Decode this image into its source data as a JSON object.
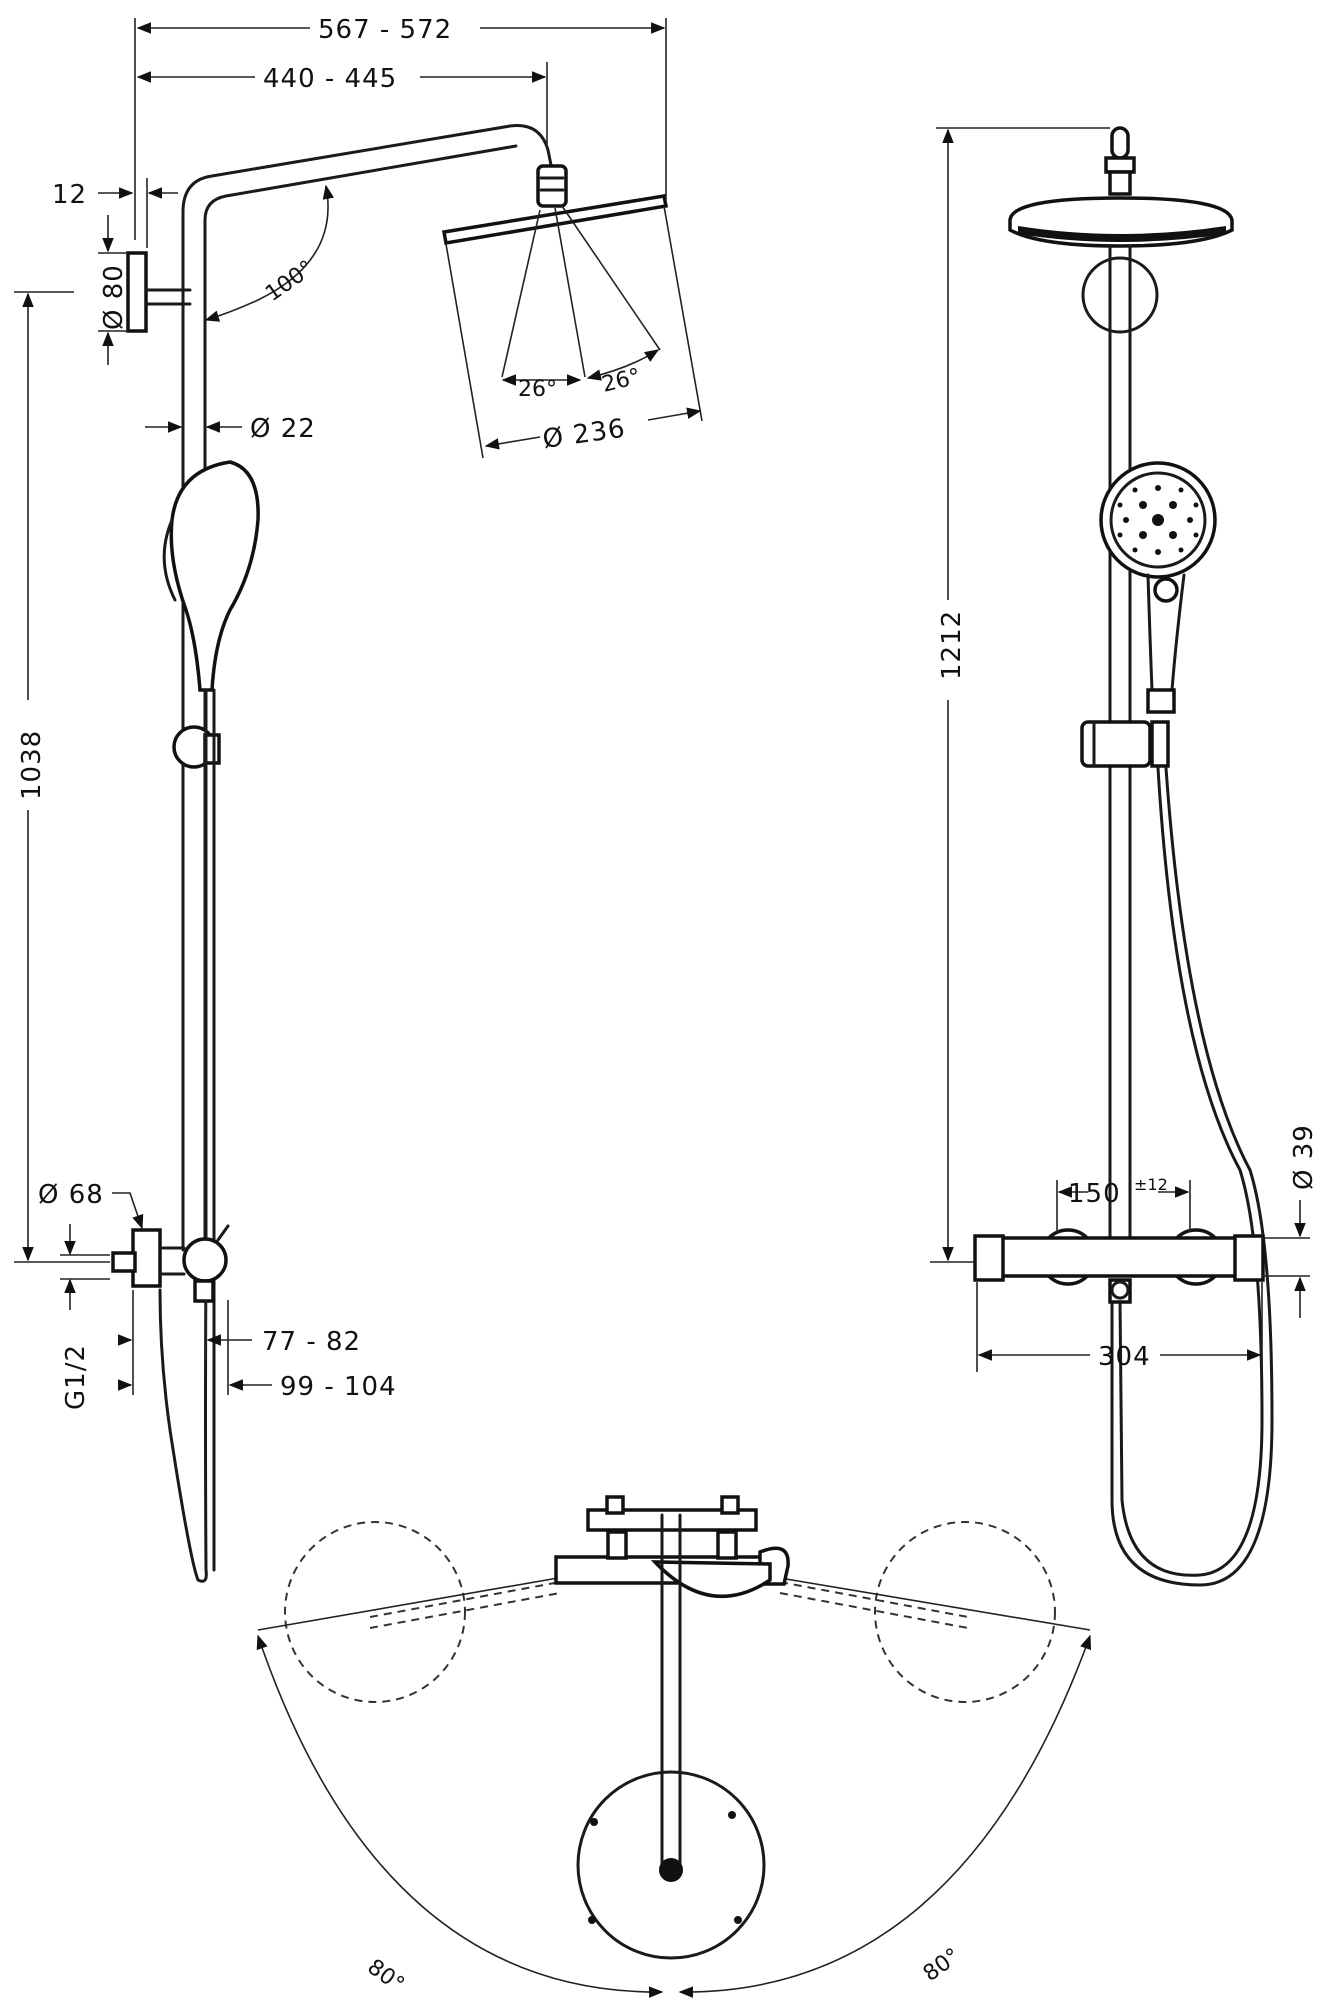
{
  "dimensions": {
    "overall_width": "567  -  572",
    "arm_reach": "440  -  445",
    "wall_offset": "12",
    "wall_flange": "Ø 80",
    "pipe_diameter": "Ø  22",
    "arm_angle": "100°",
    "spray_angle_left": "26°",
    "spray_angle_right": "26°",
    "head_diameter": "Ø  236",
    "height_left": "1038",
    "mixer_flange": "Ø  68",
    "thread": "G1/2",
    "projection_min": "77  -  82",
    "projection_max": "99  -  104",
    "height_right": "1212",
    "connection_spacing": "150",
    "connection_tolerance": "±12",
    "mixer_diameter": "Ø  39",
    "mixer_width": "304",
    "swivel_left": "80°",
    "swivel_right": "80°"
  }
}
